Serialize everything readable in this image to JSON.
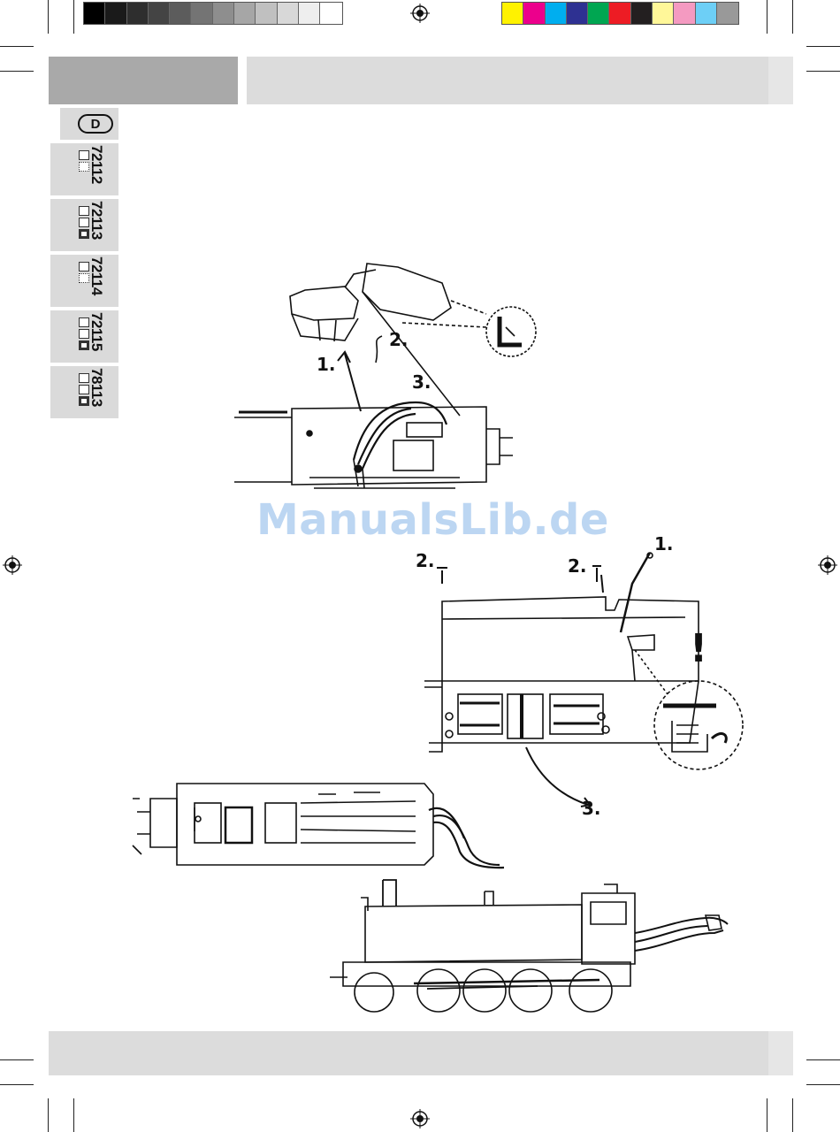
{
  "gray_scale": [
    "#000000",
    "#1a1a1a",
    "#2e2e2e",
    "#444444",
    "#5c5c5c",
    "#747474",
    "#8e8e8e",
    "#a6a6a6",
    "#c0c0c0",
    "#d8d8d8",
    "#eeeeee",
    "#ffffff"
  ],
  "color_bar": [
    "#fff200",
    "#ec008c",
    "#00aeef",
    "#2e3192",
    "#00a651",
    "#ed1c24",
    "#231f20",
    "#fff799",
    "#f49ac1",
    "#6dcff6",
    "#999999"
  ],
  "sidebar": {
    "language": "D",
    "models": [
      {
        "number": "72112",
        "icons": [
          "open",
          "dotted"
        ]
      },
      {
        "number": "72113",
        "icons": [
          "open",
          "mountain",
          "filled"
        ]
      },
      {
        "number": "72114",
        "icons": [
          "open",
          "dotted"
        ]
      },
      {
        "number": "72115",
        "icons": [
          "open",
          "mountain",
          "filled"
        ]
      },
      {
        "number": "78113",
        "icons": [
          "slash",
          "mountain",
          "filled"
        ]
      }
    ]
  },
  "watermark": "ManualsLib.de",
  "figure1": {
    "steps": [
      "1.",
      "2.",
      "3."
    ]
  },
  "figure2": {
    "steps": [
      "1.",
      "2.",
      "2.",
      "3."
    ],
    "warning": "!"
  },
  "icons": {
    "registration": "registration-mark-icon"
  }
}
